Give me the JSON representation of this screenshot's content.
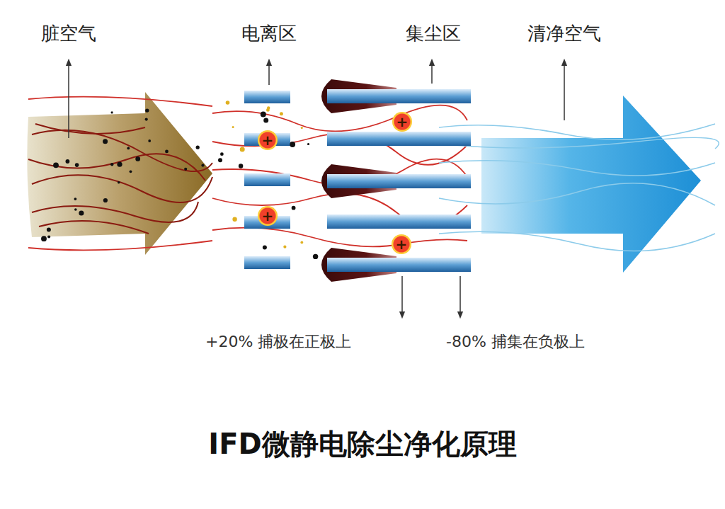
{
  "diagram": {
    "title": "IFD微静电除尘净化原理",
    "nodes": [
      {
        "text": [
          "+"
        ]
      },
      {
        "text": [
          "+"
        ]
      },
      {
        "text": [
          "+"
        ]
      },
      {
        "text": [
          "+"
        ]
      }
    ],
    "edges": [],
    "labels": [
      "脏空气",
      "电离区",
      "集尘区",
      "清净空气",
      "+20% 捕极在正极上",
      "-80% 捕集在负极上"
    ]
  }
}
